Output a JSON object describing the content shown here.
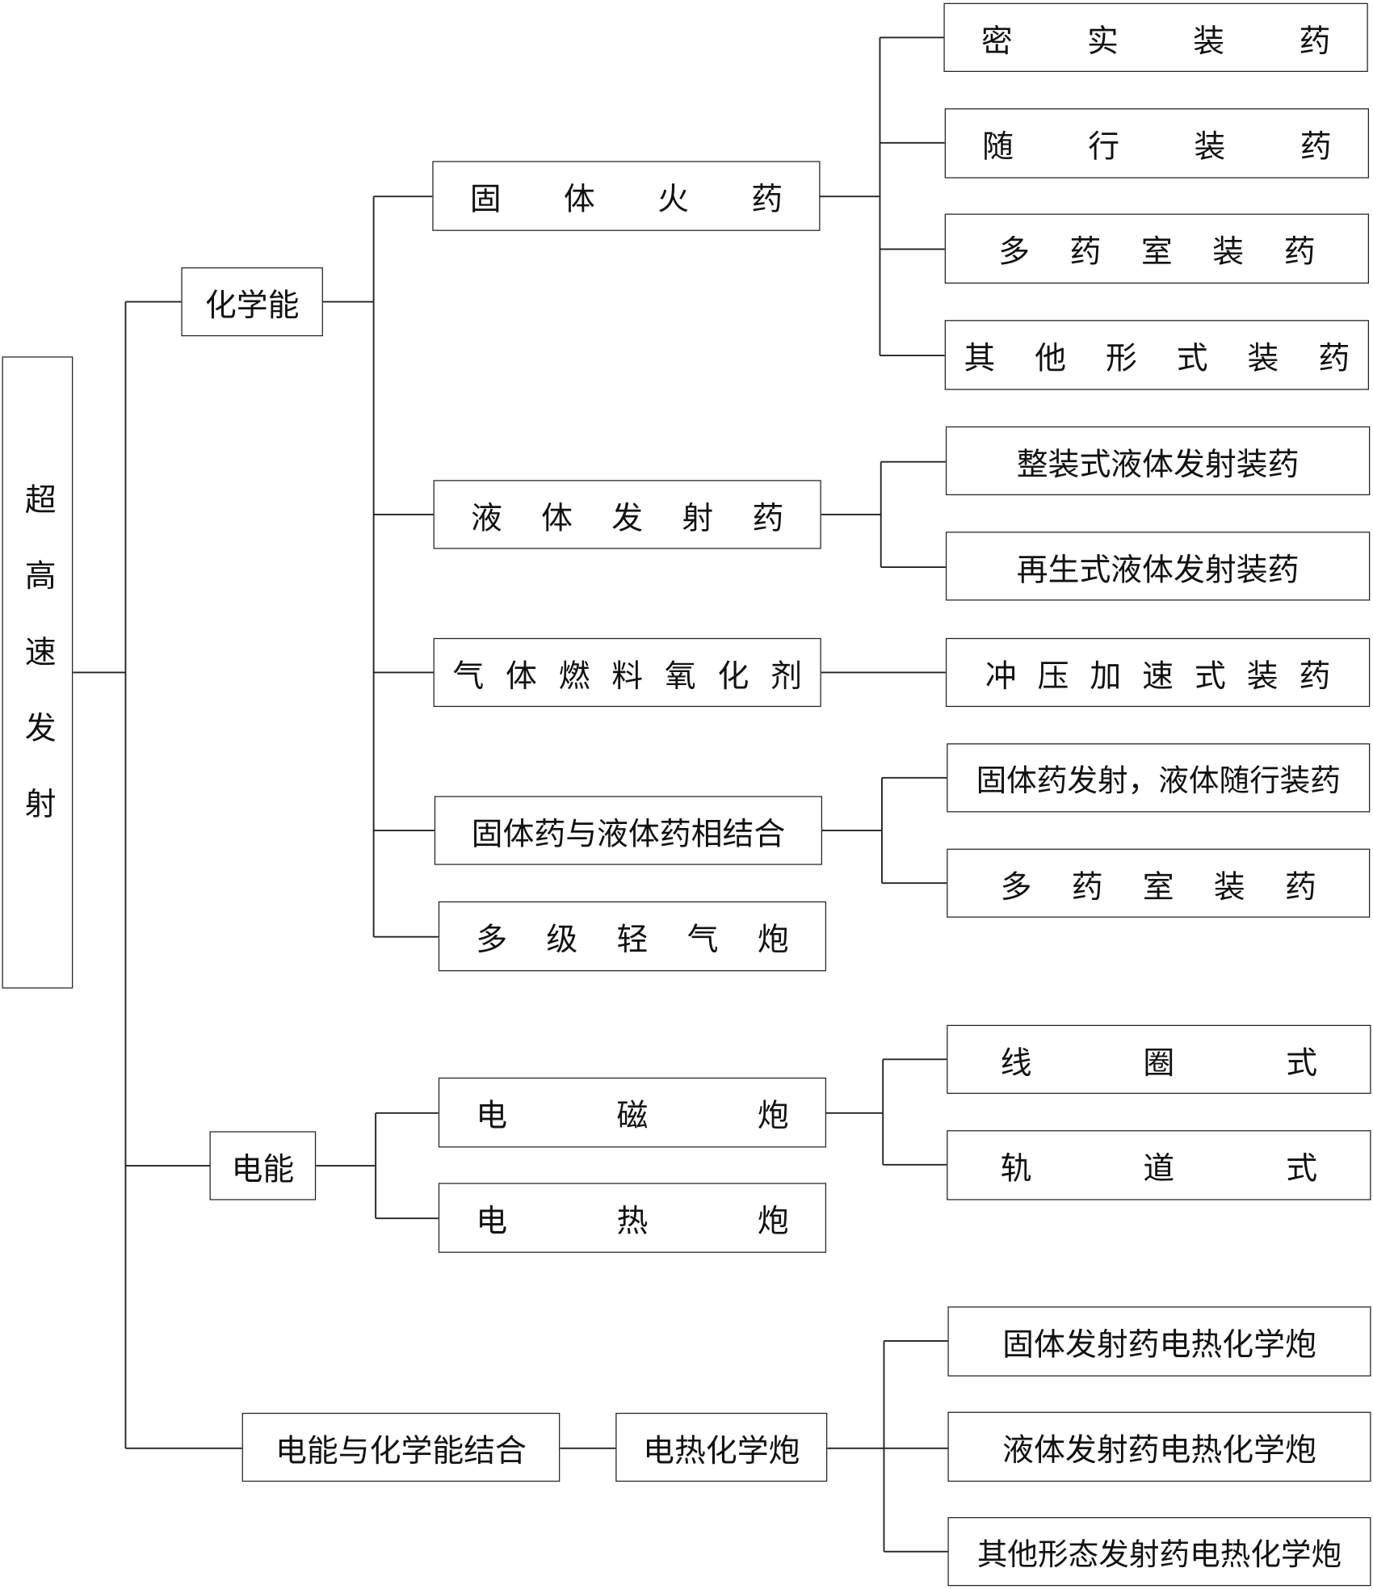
{
  "root": "超高速发射",
  "level1": {
    "chemical": "化学能",
    "electric": "电能",
    "combined": "电能与化学能结合"
  },
  "level2": {
    "solid": "固体火药",
    "liquid": "液体发射药",
    "gas": "气体燃料氧化剂",
    "solid_liquid": "固体药与液体药相结合",
    "light_gas": "多级轻气炮",
    "em_gun": "电磁炮",
    "et_gun": "电热炮",
    "etc_gun": "电热化学炮"
  },
  "level3": {
    "dense": "密实装药",
    "traveling": "随行装药",
    "multi_chamber": "多药室装药",
    "other_forms": "其他形式装药",
    "bulk_liquid": "整装式液体发射装药",
    "regen_liquid": "再生式液体发射装药",
    "ram": "冲压加速式装药",
    "solid_fire_liquid": "固体药发射，液体随行装药",
    "multi_chamber_2": "多药室装药",
    "coil": "线圈式",
    "rail": "轨道式",
    "etc_solid": "固体发射药电热化学炮",
    "etc_liquid": "液体发射药电热化学炮",
    "etc_other": "其他形态发射药电热化学炮"
  }
}
